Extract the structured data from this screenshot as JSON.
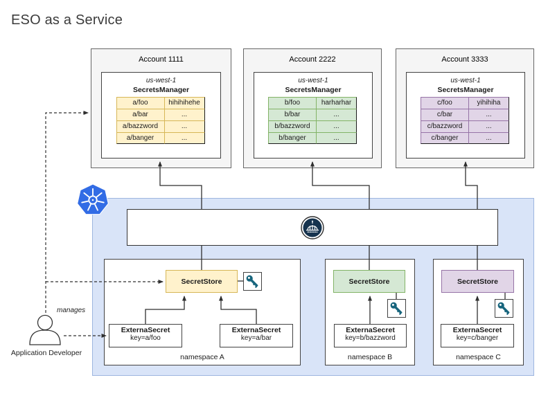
{
  "title": "ESO as a Service",
  "accounts": [
    {
      "label": "Account 1111",
      "region": "us-west-1",
      "service": "SecretsManager",
      "rows": [
        [
          "a/foo",
          "hihihihehe"
        ],
        [
          "a/bar",
          "..."
        ],
        [
          "a/bazzword",
          "..."
        ],
        [
          "a/banger",
          "..."
        ]
      ]
    },
    {
      "label": "Account 2222",
      "region": "us-west-1",
      "service": "SecretsManager",
      "rows": [
        [
          "b/foo",
          "harharhar"
        ],
        [
          "b/bar",
          "..."
        ],
        [
          "b/bazzword",
          "..."
        ],
        [
          "b/banger",
          "..."
        ]
      ]
    },
    {
      "label": "Account 3333",
      "region": "us-west-1",
      "service": "SecretsManager",
      "rows": [
        [
          "c/foo",
          "yihihiha"
        ],
        [
          "c/bar",
          "..."
        ],
        [
          "c/bazzword",
          "..."
        ],
        [
          "c/banger",
          "..."
        ]
      ]
    }
  ],
  "cluster": {
    "namespaces": [
      {
        "label": "namespace A",
        "store_label": "SecretStore",
        "external_secrets": [
          {
            "title": "ExternaSecret",
            "key": "key=a/foo"
          },
          {
            "title": "ExternaSecret",
            "key": "key=a/bar"
          }
        ]
      },
      {
        "label": "namespace B",
        "store_label": "SecretStore",
        "external_secrets": [
          {
            "title": "ExternaSecret",
            "key": "key=b/bazzword"
          }
        ]
      },
      {
        "label": "namespace C",
        "store_label": "SecretStore",
        "external_secrets": [
          {
            "title": "ExternaSecret",
            "key": "key=c/banger"
          }
        ]
      }
    ]
  },
  "actor": {
    "label": "Application Developer",
    "relation_label": "manages"
  },
  "colors": {
    "yellow_fill": "#FFF2CC",
    "yellow_stroke": "#D6B656",
    "green_fill": "#D5E8D4",
    "green_stroke": "#82B366",
    "purple_fill": "#E1D5E7",
    "purple_stroke": "#9673A6",
    "account_fill": "#F5F5F5",
    "account_stroke": "#666666",
    "cluster_fill": "#D9E4F8",
    "cluster_stroke": "#9DB6DF",
    "kubernetes_blue": "#326CE5",
    "key_teal": "#17657D",
    "eso_navy": "#16334E",
    "line": "#2F2F2F"
  },
  "icons": {
    "kubernetes": "kubernetes-wheel-icon",
    "eso_operator": "eso-operator-logo-icon",
    "secret_key": "key-icon",
    "developer": "person-icon"
  }
}
